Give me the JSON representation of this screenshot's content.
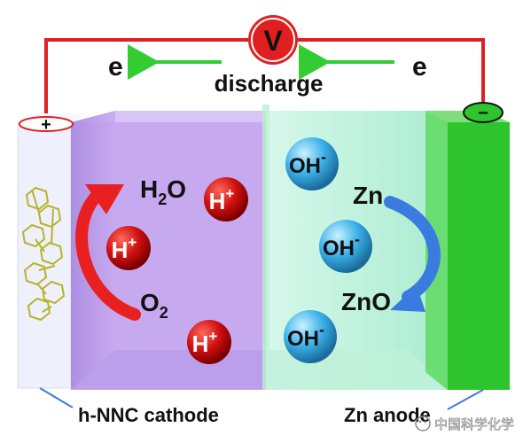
{
  "circuit": {
    "voltmeter": "V",
    "electron_left": "e",
    "electron_right": "e",
    "discharge": "discharge"
  },
  "terminals": {
    "positive": "+",
    "negative": "−"
  },
  "cathode_side": {
    "h2o_base": "H",
    "h2o_sub": "2",
    "h2o_tail": "O",
    "o2_base": "O",
    "o2_sub": "2",
    "proton_base": "H",
    "proton_sup": "+"
  },
  "anode_side": {
    "zn": "Zn",
    "zno": "ZnO",
    "hydroxide_base": "OH",
    "hydroxide_sup": "-"
  },
  "labels": {
    "cathode": "h-NNC cathode",
    "anode": "Zn anode",
    "watermark": "中国科学化学"
  },
  "colors": {
    "wire": "#e02020",
    "arrow_green": "#33cc33",
    "cathode_panel": "#c7a9f0",
    "anode_panel": "#c9f5e2",
    "electrode_green": "#2ec42e",
    "proton_red": "#d01010",
    "hydroxide_blue": "#3ab0e8",
    "curve_red": "#e82020",
    "curve_blue": "#3a7be0"
  }
}
